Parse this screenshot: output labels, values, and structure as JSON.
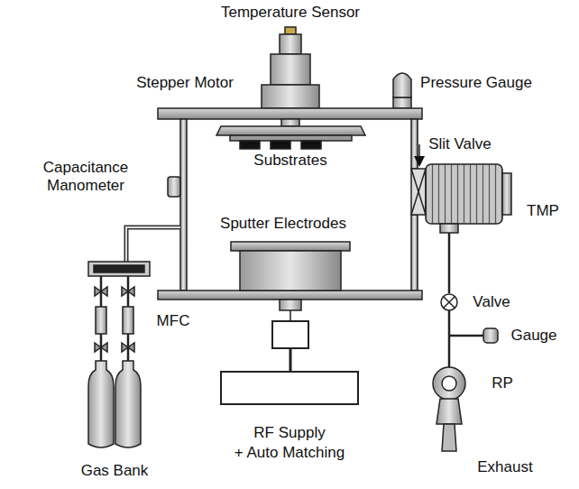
{
  "diagram": {
    "labels": [
      "Temperature Sensor",
      "Stepper Motor",
      "Pressure Gauge",
      "Capacitance Manometer",
      "Substrates",
      "Slit Valve",
      "TMP",
      "Sputter Electrodes",
      "Valve",
      "Gauge",
      "MFC",
      "RP",
      "RF Supply",
      "+ Auto Matching",
      "Gas Bank",
      "Exhaust"
    ]
  }
}
